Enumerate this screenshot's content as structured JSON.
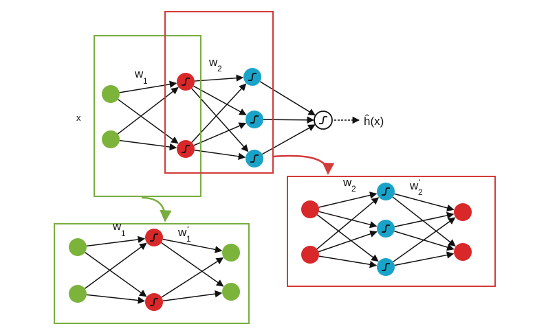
{
  "colors": {
    "green_node": "#7cb33a",
    "red_node": "#d8282a",
    "blue_node": "#1aa3c9",
    "green_box": "#79ad3f",
    "red_box": "#d33a3a",
    "edge": "#111111"
  },
  "labels": {
    "input_x": "x",
    "w1_main": "w",
    "w1_main_sub": "1",
    "w2_main": "w",
    "w2_main_sub": "2",
    "output_h": "ĥ(x)",
    "w1_ae": "w",
    "w1_ae_sub": "1",
    "w1p_ae": "w",
    "w1p_ae_sub": "1",
    "w1p_ae_prime": "‘",
    "w2_ae": "w",
    "w2_ae_sub": "2",
    "w2p_ae": "w",
    "w2p_ae_sub": "2",
    "w2p_ae_prime": "‘"
  },
  "icons": {
    "sigmoid": "sigmoid-activation-icon"
  }
}
